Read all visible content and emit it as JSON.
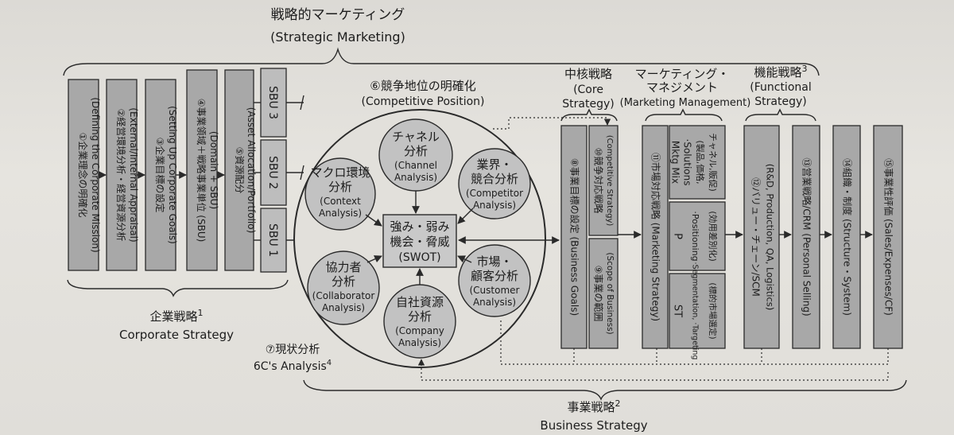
{
  "top": {
    "jp": "戦略的マーケティング",
    "en": "(Strategic Marketing)"
  },
  "corporate": {
    "jp": "企業戦略",
    "sup": "1",
    "en": "Corporate Strategy",
    "boxes": [
      {
        "jp": "①企業理念の明確化",
        "en": "(Defining the Corporate Mission)"
      },
      {
        "jp": "②経営環境分析・経営資源分析",
        "en": "(External/Internal Appraisal)"
      },
      {
        "jp": "③企業目標の設定",
        "en": "(Setting Up Corporate Goals)"
      },
      {
        "jp": "④事業領域＋戦略事業単位 (SBU)",
        "en": "(Domain + SBU)"
      },
      {
        "jp": "⑤資源配分",
        "en": "(Asset Allocation/Portfolio)"
      }
    ],
    "sbu": [
      "SBU 3",
      "SBU 2",
      "SBU 1"
    ]
  },
  "competitive": {
    "jp": "⑥競争地位の明確化",
    "en": "(Competitive Position)"
  },
  "situation": {
    "jp": "⑦現状分析",
    "en": "6C's Analysis",
    "sup": "4"
  },
  "swot": {
    "l1": "強み・弱み",
    "l2": "機会・脅威",
    "l3": "(SWOT)"
  },
  "circles": {
    "channel": {
      "jp1": "チャネル",
      "jp2": "分析",
      "en1": "(Channel",
      "en2": "Analysis)"
    },
    "macro": {
      "jp1": "マクロ環境",
      "jp2": "分析",
      "en1": "(Context",
      "en2": "Analysis)"
    },
    "competitor": {
      "jp1": "業界・",
      "jp2": "競合分析",
      "en1": "(Competitor",
      "en2": "Analysis)"
    },
    "collaborator": {
      "jp1": "協力者",
      "jp2": "分析",
      "en1": "(Collaborator",
      "en2": "Analysis)"
    },
    "customer": {
      "jp1": "市場・",
      "jp2": "顧客分析",
      "en1": "(Customer",
      "en2": "Analysis)"
    },
    "company": {
      "jp1": "自社資源",
      "jp2": "分析",
      "en1": "(Company",
      "en2": "Analysis)"
    }
  },
  "core": {
    "jp": "中核戦略",
    "en1": "(Core",
    "en2": "Strategy)"
  },
  "mm": {
    "jp1": "マーケティング・",
    "jp2": "マネジメント",
    "en": "(Marketing Management)"
  },
  "functional": {
    "jp": "機能戦略",
    "sup": "3",
    "en1": "(Functional",
    "en2": "Strategy)"
  },
  "business": {
    "jp": "事業戦略",
    "sup": "2",
    "en": "Business Strategy"
  },
  "vboxes": {
    "b8": "⑧事業目標の設定 (Business Goals)",
    "b9a": "⑨事業の範囲",
    "b9b": "(Scope of Business)",
    "b10a": "⑩競争対応戦略",
    "b10b": "(Competitive Strategy)",
    "b11": "⑪市場対応戦略 (Marketing Strategy)",
    "mktg1": "Mktg Mix",
    "mktg2": "·Solutions",
    "mktg3": "(製品,価格,",
    "mktg4": "チャネル,販促)",
    "p1": "P",
    "p2": "·Positioning",
    "p3": "(効用差別化)",
    "st1": "ST",
    "st2": "·Segmentation, ·Targeting",
    "st3": "(標的市場選定)",
    "b12a": "⑫バリュー・チェーン/SCM",
    "b12b": "(R&D, Production, QA, Logistics)",
    "b13": "⑬営業戦略/CRM (Personal Selling)",
    "b14": "⑭組織・制度 (Structure・System)",
    "b15": "⑮事業性評価 (Sales/Expenses/CF)"
  }
}
